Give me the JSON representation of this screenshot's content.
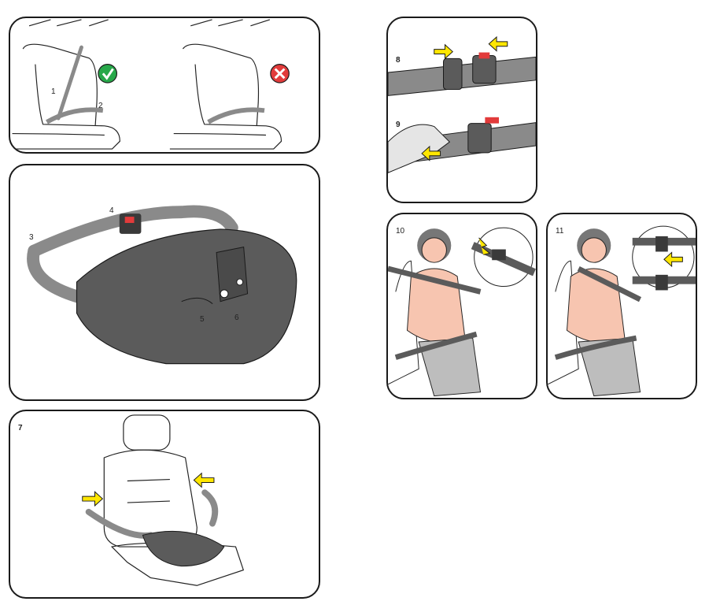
{
  "panels": {
    "seat_check": {
      "callouts": {
        "c1": "1",
        "c2": "2"
      }
    },
    "product": {
      "callouts": {
        "c3": "3",
        "c4": "4",
        "c5": "5",
        "c6": "6"
      }
    },
    "step7": {
      "number": "7"
    },
    "steps_8_9": {
      "number_a": "8",
      "number_b": "9"
    },
    "step10": {
      "number": "10"
    },
    "step11": {
      "number": "11"
    }
  },
  "colors": {
    "strap": "#8a8a8a",
    "cushion": "#5b5b5b",
    "buckle_red": "#e23b3b",
    "arrow_yellow": "#ffe600",
    "check_green": "#28a84a",
    "cross_red": "#e23b3b",
    "skin": "#f7c5b0",
    "hair": "#777777",
    "pants": "#bdbdbd"
  },
  "icons": [
    "check-mark-icon",
    "cross-mark-icon",
    "yellow-arrow-icon"
  ]
}
